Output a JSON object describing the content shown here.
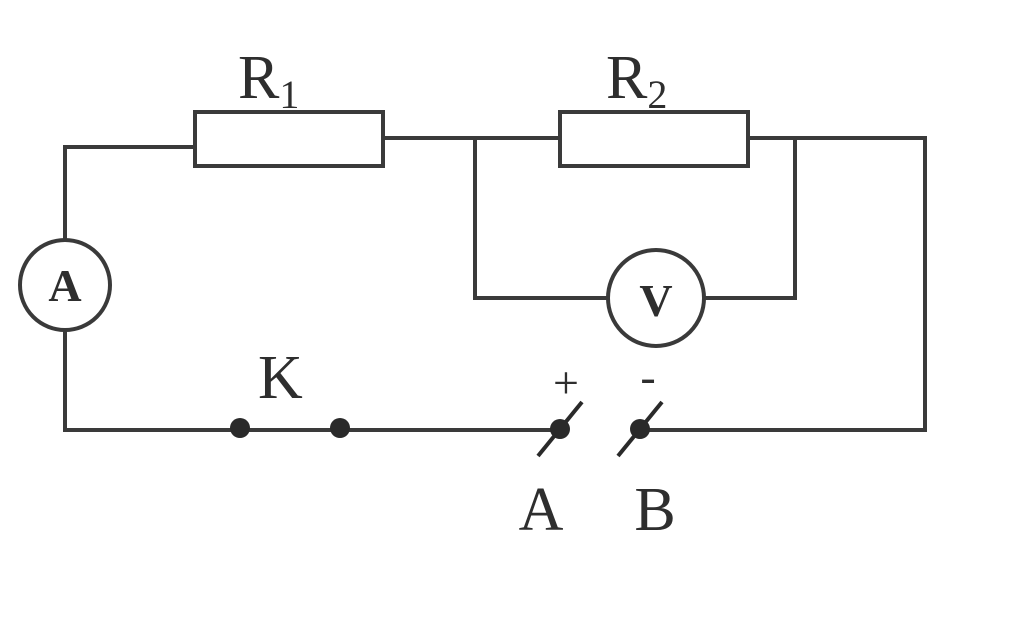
{
  "circuit": {
    "resistor1": {
      "letter": "R",
      "subscript": "1"
    },
    "resistor2": {
      "letter": "R",
      "subscript": "2"
    },
    "ammeter": {
      "symbol": "A"
    },
    "voltmeter": {
      "symbol": "V"
    },
    "switch": {
      "label": "K"
    },
    "terminal_a": {
      "label": "A",
      "polarity": "+"
    },
    "terminal_b": {
      "label": "B",
      "polarity": "-"
    },
    "line_color": "#3a3a3a"
  }
}
